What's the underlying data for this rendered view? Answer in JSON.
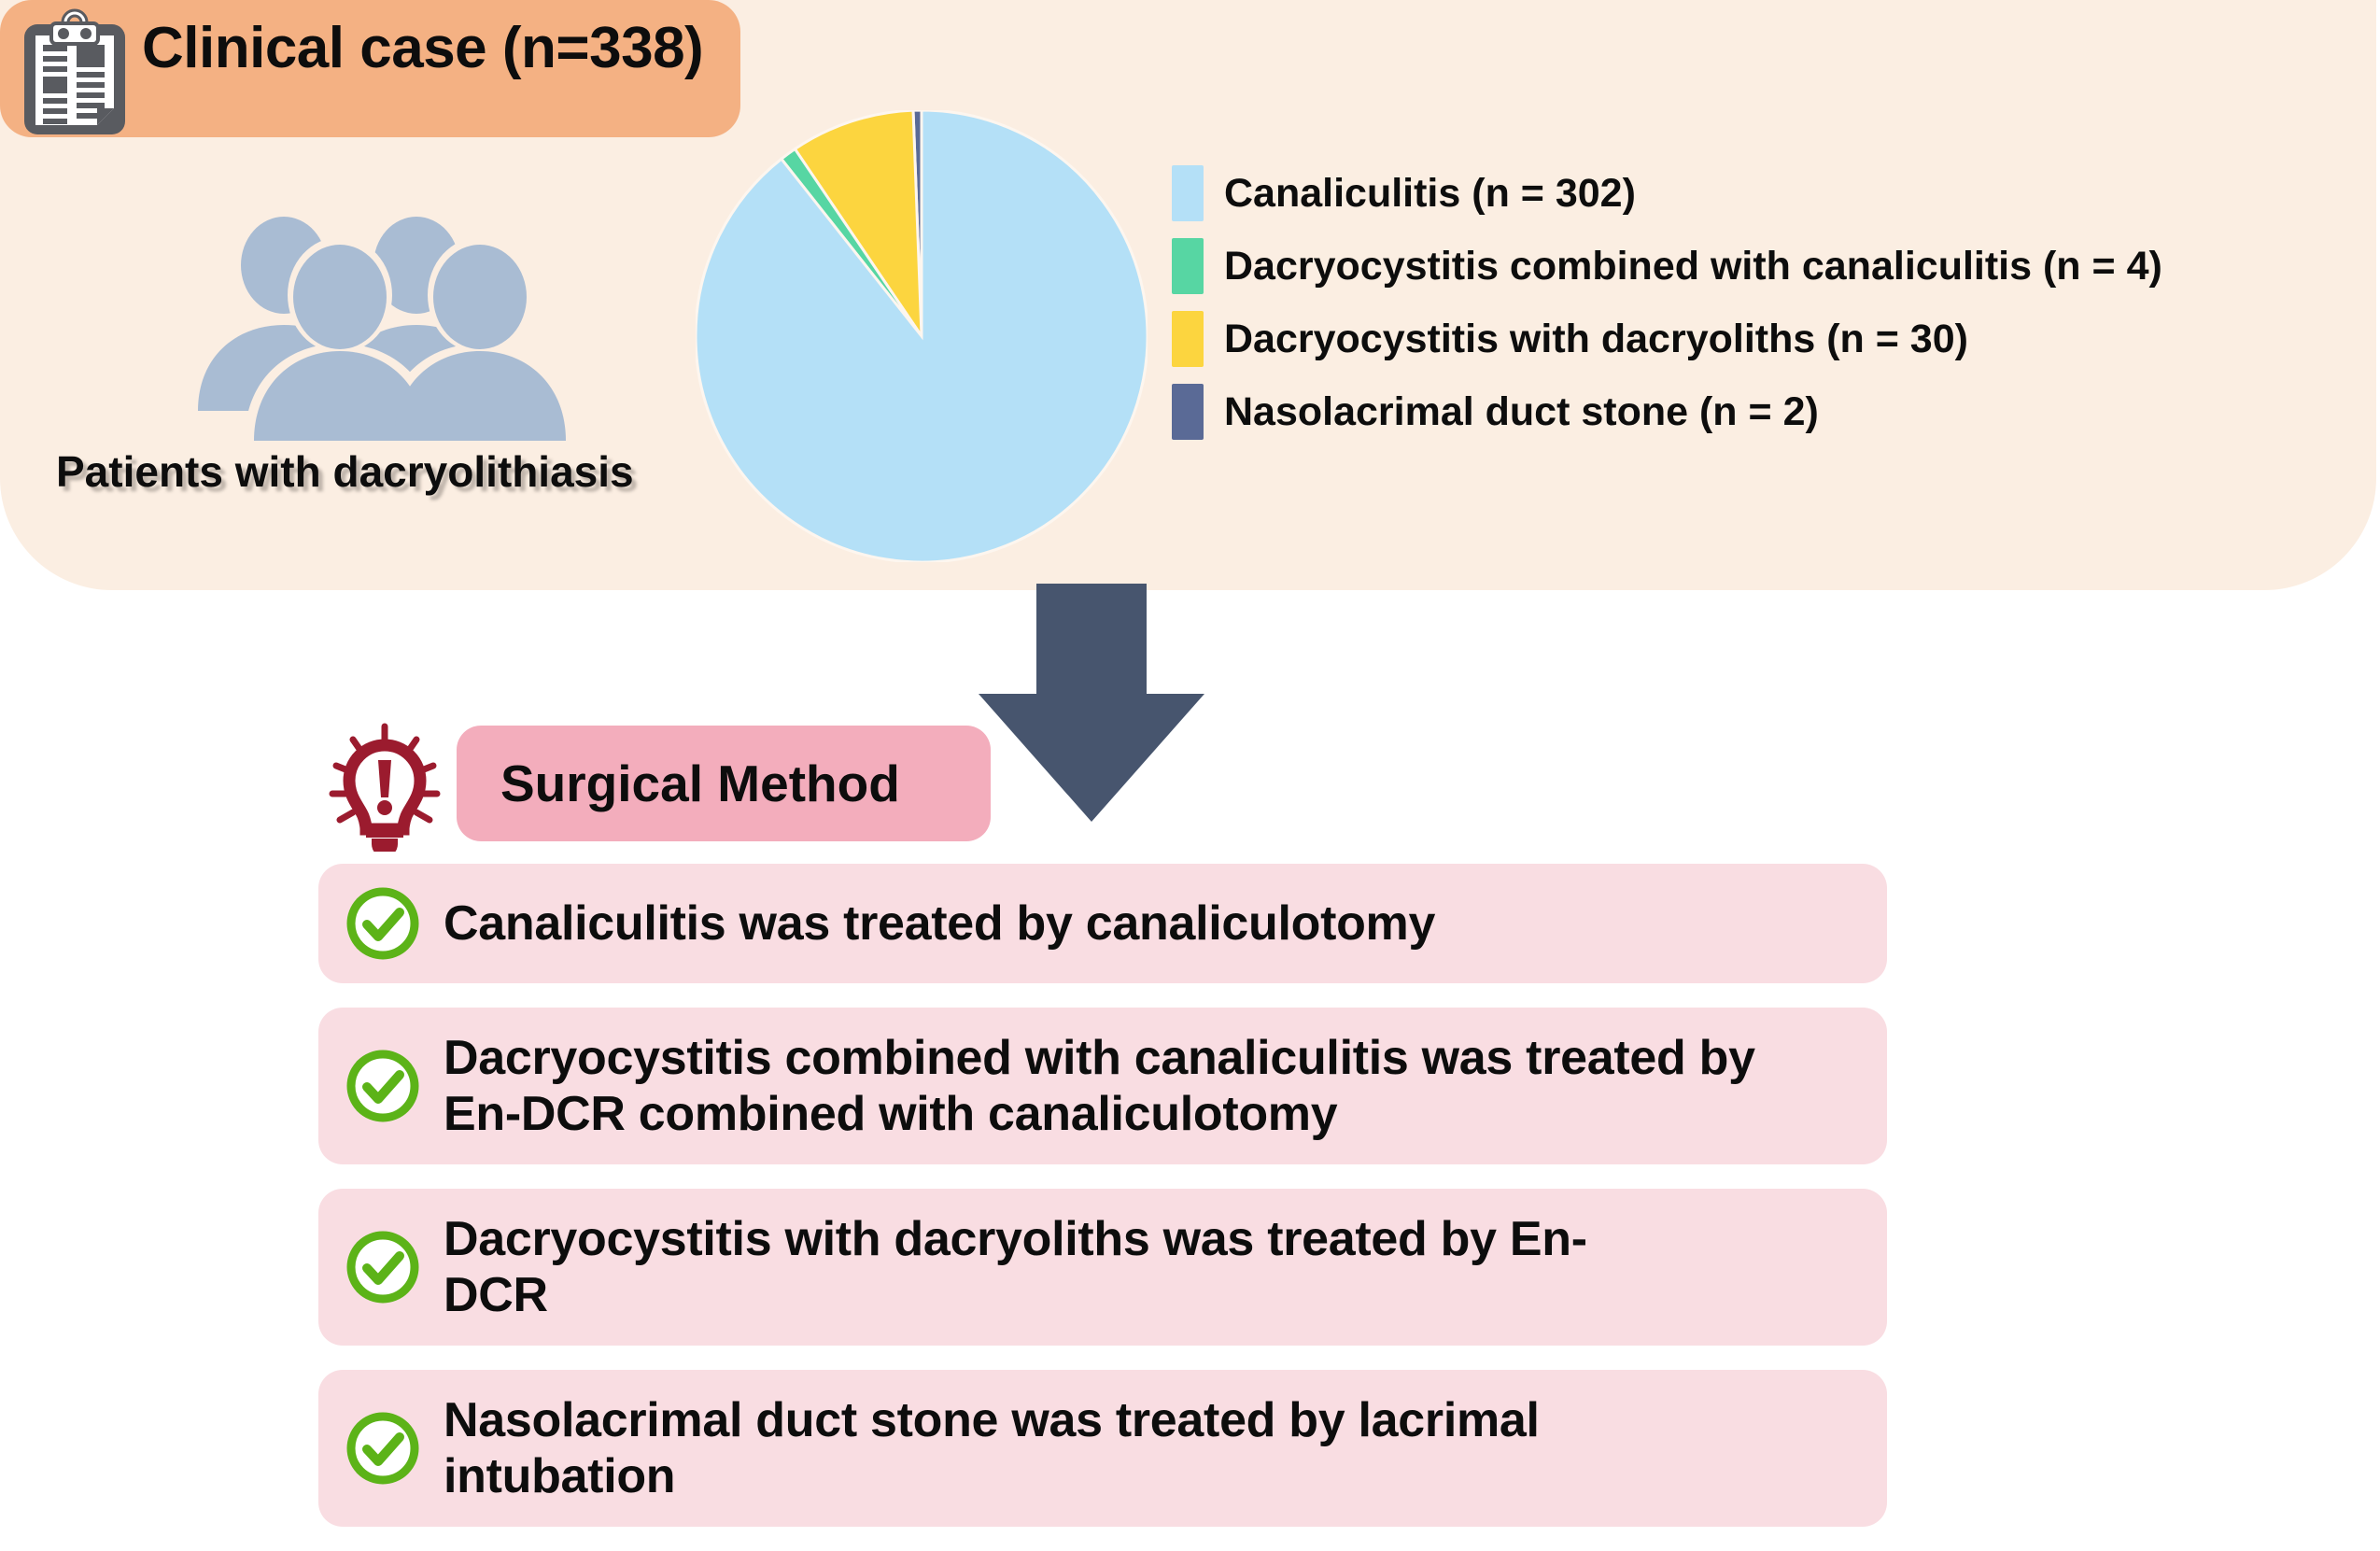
{
  "header": {
    "title": "Clinical case (n=338)",
    "icon": "clipboard-icon",
    "badge_color": "#F4B183"
  },
  "panel": {
    "background_color": "#FBEEE2",
    "patients_label": "Patients with dacryolithiasis",
    "people_icon": "people-group-icon",
    "people_color": "#A9BCD3"
  },
  "chart_data": {
    "type": "pie",
    "title": "",
    "total": 338,
    "legend_position": "right",
    "start_angle_deg": 90,
    "direction": "counterclockwise",
    "categories": [
      "Canaliculitis (n = 302)",
      "Dacryocystitis combined with canaliculitis (n = 4)",
      "Dacryocystitis with dacryoliths (n = 30)",
      "Nasolacrimal duct stone (n = 2)"
    ],
    "short_names": [
      "Canaliculitis",
      "Dacryocystitis combined with canaliculitis",
      "Dacryocystitis with dacryoliths",
      "Nasolacrimal duct stone"
    ],
    "values": [
      302,
      4,
      30,
      2
    ],
    "percentages": [
      89.3,
      1.2,
      8.9,
      0.6
    ],
    "colors": [
      "#B4E0F7",
      "#57D6A3",
      "#FCD53F",
      "#5A6A96"
    ]
  },
  "legend": [
    {
      "label": "Canaliculitis (n = 302)",
      "color": "#B4E0F7"
    },
    {
      "label": "Dacryocystitis combined with canaliculitis (n = 4)",
      "color": "#57D6A3"
    },
    {
      "label": "Dacryocystitis with dacryoliths (n = 30)",
      "color": "#FCD53F"
    },
    {
      "label": "Nasolacrimal duct stone (n = 2)",
      "color": "#5A6A96"
    }
  ],
  "arrow": {
    "icon": "down-arrow-icon",
    "color": "#47556E"
  },
  "surgical": {
    "badge_label": "Surgical Method",
    "badge_color": "#F3ADBC",
    "bulb_icon": "lightbulb-alert-icon",
    "bulb_color": "#9B1B2E",
    "card_color": "#F9DDE2",
    "check_color": "#5CB318",
    "methods": [
      {
        "text": "Canaliculitis was treated by canaliculotomy",
        "lines": 1
      },
      {
        "text": "Dacryocystitis combined with canaliculitis was treated by En-DCR combined with canaliculotomy",
        "lines": 2
      },
      {
        "text": "Dacryocystitis with dacryoliths was treated by En-DCR",
        "lines": 2
      },
      {
        "text": "Nasolacrimal duct stone was treated by lacrimal intubation",
        "lines": 2
      }
    ]
  }
}
